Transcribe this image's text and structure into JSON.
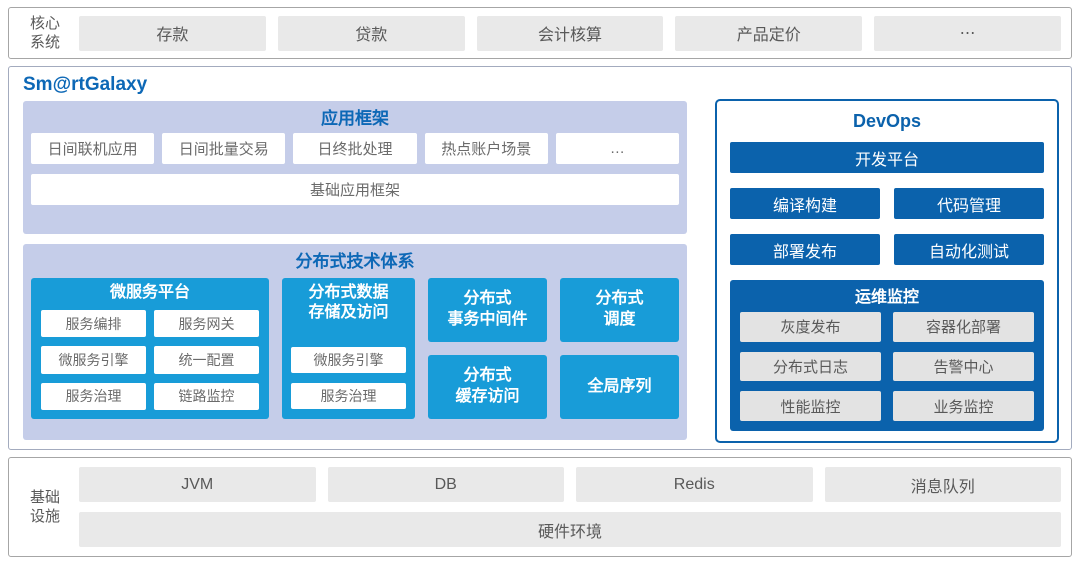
{
  "colors": {
    "accent_blue": "#0d68b6",
    "bright_blue": "#189cd8",
    "dark_blue": "#0b62ac",
    "panel_periwinkle": "#c5cde9",
    "box_gray": "#e9e9e9",
    "text_gray": "#595959"
  },
  "core_systems": {
    "label": "核心\n系统",
    "items": [
      "存款",
      "贷款",
      "会计核算",
      "产品定价",
      "⋯"
    ]
  },
  "platform": {
    "title": "Sm@rtGalaxy",
    "app_framework": {
      "title": "应用框架",
      "items": [
        "日间联机应用",
        "日间批量交易",
        "日终批处理",
        "热点账户场景",
        "…"
      ],
      "base": "基础应用框架"
    },
    "distributed": {
      "title": "分布式技术体系",
      "microservice": {
        "title": "微服务平台",
        "items": [
          "服务编排",
          "服务网关",
          "微服务引擎",
          "统一配置",
          "服务治理",
          "链路监控"
        ]
      },
      "data_storage": {
        "title": "分布式数据\n存储及访问",
        "items": [
          "微服务引擎",
          "服务治理"
        ]
      },
      "tiles": {
        "transaction": "分布式\n事务中间件",
        "scheduling": "分布式\n调度",
        "cache": "分布式\n缓存访问",
        "sequence": "全局序列"
      }
    },
    "devops": {
      "title": "DevOps",
      "dev_platform": "开发平台",
      "items": [
        "编译构建",
        "代码管理",
        "部署发布",
        "自动化测试"
      ],
      "ops_monitor": {
        "title": "运维监控",
        "items": [
          "灰度发布",
          "容器化部署",
          "分布式日志",
          "告警中心",
          "性能监控",
          "业务监控"
        ]
      }
    }
  },
  "infrastructure": {
    "label": "基础\n设施",
    "items": [
      "JVM",
      "DB",
      "Redis",
      "消息队列"
    ],
    "hardware": "硬件环境"
  }
}
